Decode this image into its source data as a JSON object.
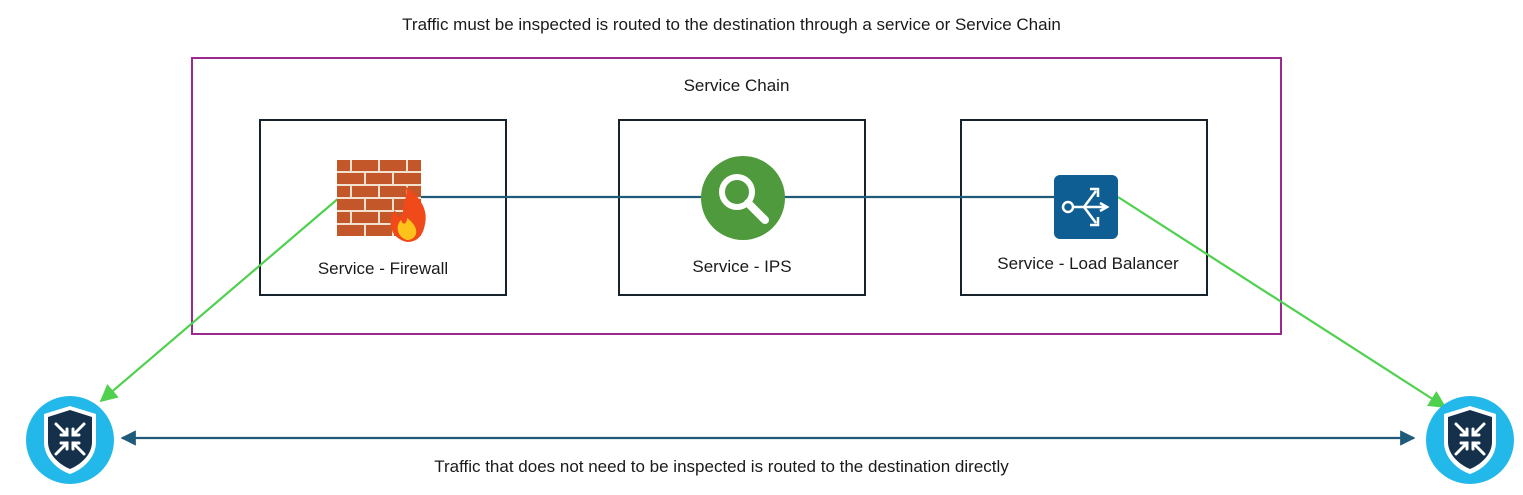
{
  "captions": {
    "top": "Traffic must be inspected is routed to the destination through a service or Service Chain",
    "bottom": "Traffic that does not need to be inspected is routed to the destination directly"
  },
  "service_chain": {
    "title": "Service Chain",
    "services": [
      {
        "label": "Service - Firewall",
        "icon": "firewall-icon"
      },
      {
        "label": "Service - IPS",
        "icon": "magnifier-icon"
      },
      {
        "label": "Service - Load Balancer",
        "icon": "load-balancer-icon"
      }
    ]
  },
  "endpoints": {
    "left_icon": "router-shield-icon",
    "right_icon": "router-shield-icon"
  },
  "colors": {
    "chain_border": "#9b2a8f",
    "service_border": "#16232d",
    "inspect_path": "#1f5a7a",
    "redirect_arrow": "#4fd14f",
    "direct_arrow": "#1f5a7a",
    "endpoint_fill": "#22b8ea",
    "ips_green": "#4f9a3c",
    "lb_blue": "#0e5e93"
  }
}
